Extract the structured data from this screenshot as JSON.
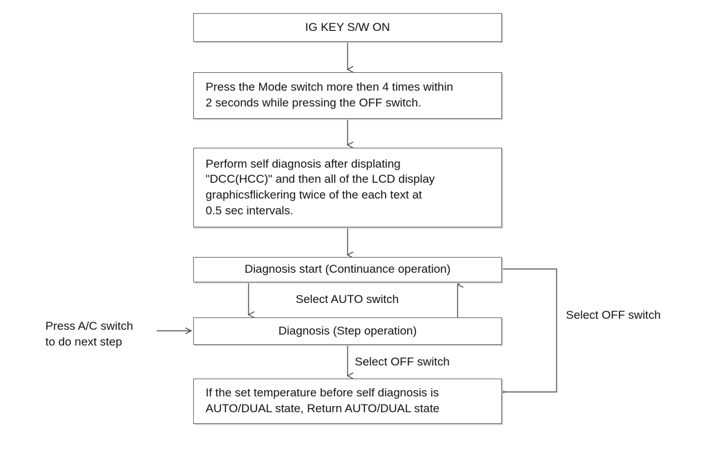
{
  "diagram": {
    "title": "Self diagnosis procedure flowchart",
    "type": "flowchart",
    "stroke_color": "#6e6e6e",
    "text_color": "#111111",
    "background_color": "#ffffff",
    "nodes": [
      {
        "id": "ig-key",
        "label": "IG KEY S/W ON",
        "align": "center"
      },
      {
        "id": "press-mode",
        "label": "Press the Mode switch more then 4 times within\n2 seconds while pressing the OFF switch.",
        "align": "left"
      },
      {
        "id": "perform-self-diagnosis",
        "label": "Perform self diagnosis after displating\n\"DCC(HCC)\" and then all of the LCD display\ngraphicsflickering twice of the each text at\n0.5 sec intervals.",
        "align": "left"
      },
      {
        "id": "diagnosis-start",
        "label": "Diagnosis start (Continuance operation)",
        "align": "center"
      },
      {
        "id": "diagnosis-step",
        "label": "Diagnosis (Step operation)",
        "align": "center"
      },
      {
        "id": "return-state",
        "label": "If the set temperature before self diagnosis is\nAUTO/DUAL state, Return AUTO/DUAL state",
        "align": "left"
      }
    ],
    "edge_labels": [
      {
        "id": "select-auto-switch",
        "label": "Select AUTO switch"
      },
      {
        "id": "select-off-switch-step",
        "label": "Select OFF switch"
      },
      {
        "id": "select-off-switch-return",
        "label": "Select OFF switch"
      }
    ],
    "annotations": [
      {
        "id": "press-ac-switch",
        "label": "Press A/C switch\nto do next step"
      }
    ]
  }
}
